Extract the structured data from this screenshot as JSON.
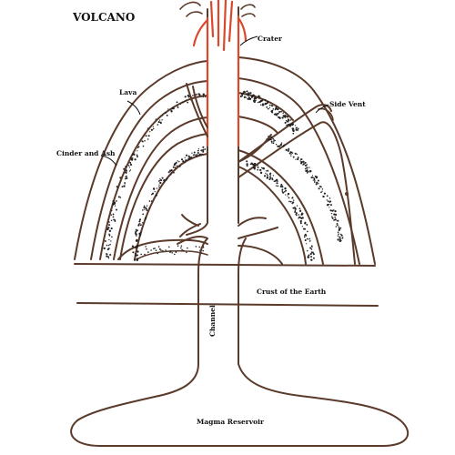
{
  "title": "VOLCANO",
  "labels": {
    "crater": "Crater",
    "lava": "Lava",
    "side_vent": "Side Vent",
    "cinder_and_ash": "Cinder and Ash",
    "crust": "Crust of the Earth",
    "channel": "Channel",
    "magma_reservoir": "Magma Reservoir"
  },
  "colors": {
    "outline": "#5a3a2a",
    "crater_walls": "#d9482b",
    "stipple": "#222222",
    "text": "#111111"
  }
}
